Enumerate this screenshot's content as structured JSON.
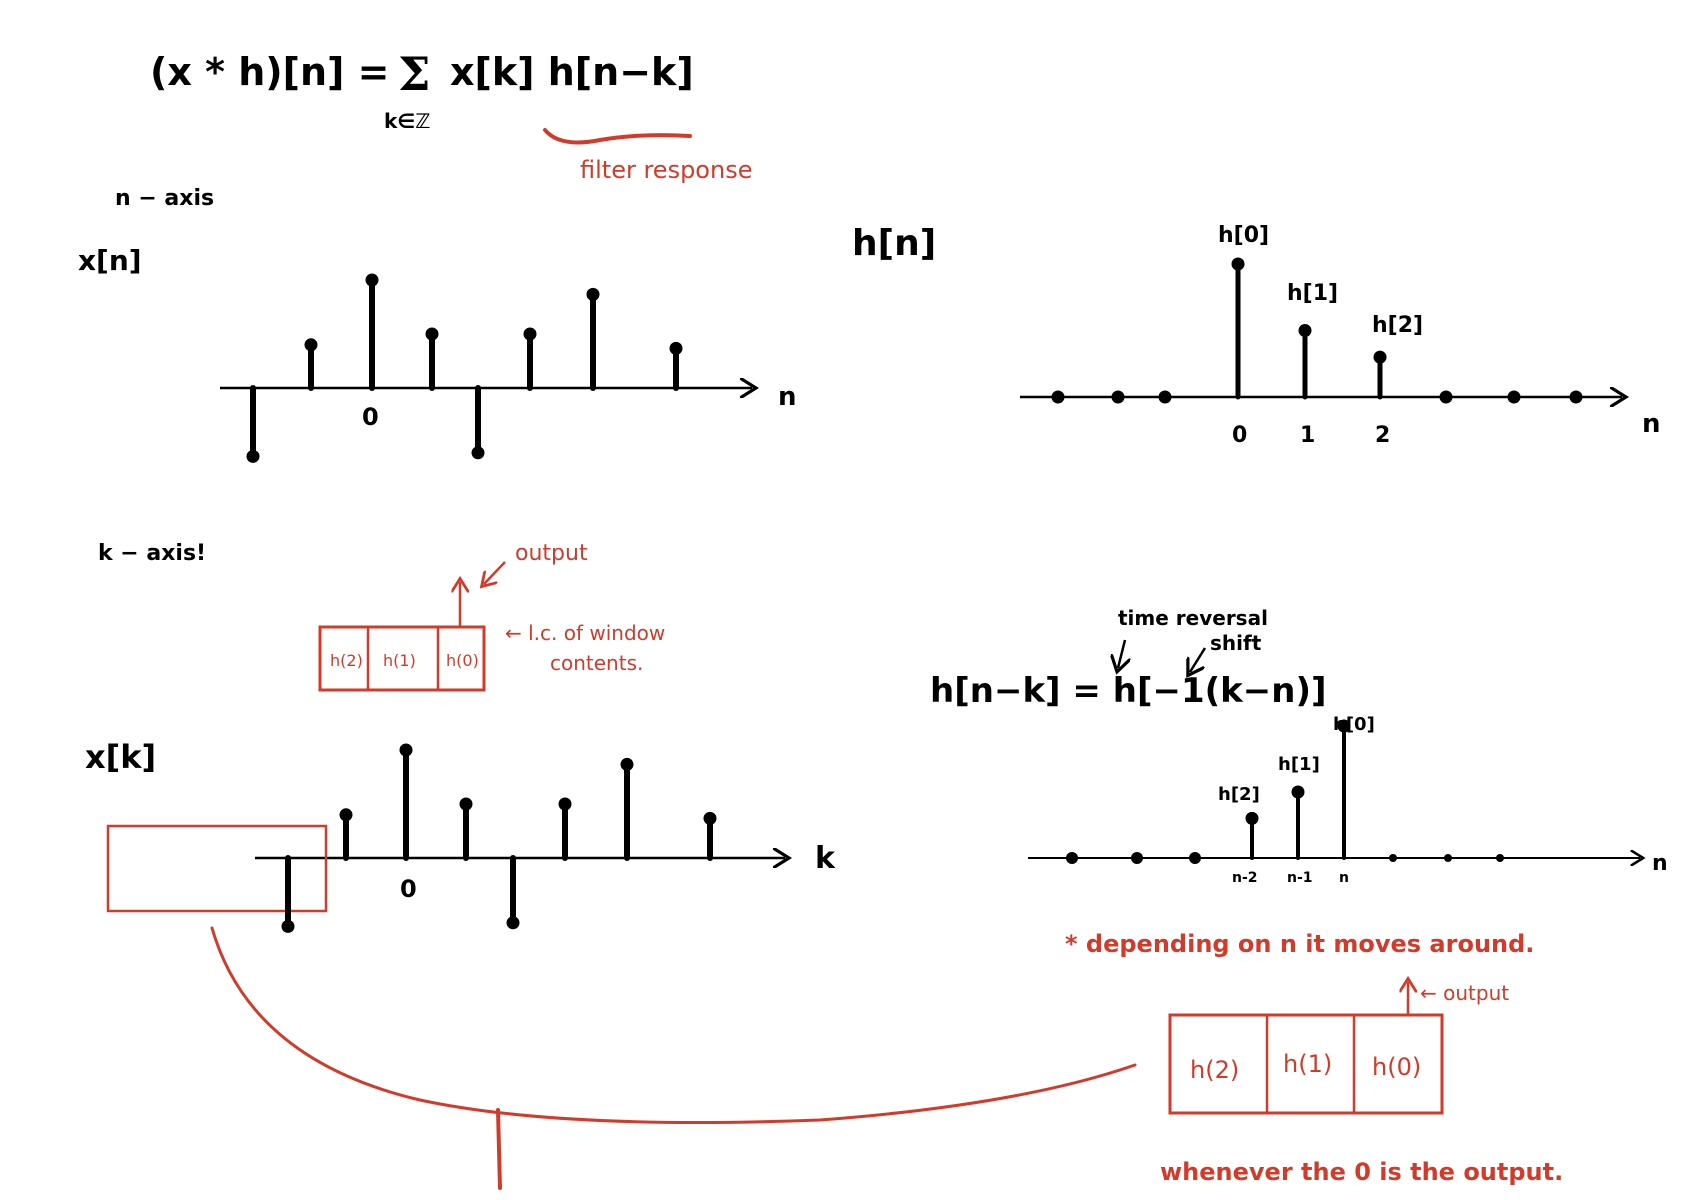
{
  "formula": {
    "lhs": "(x * h)[n] =",
    "sigma": "Σ",
    "sum_index": "k∈ℤ",
    "rhs": "x[k] h[n−k]",
    "annotation": "filter response"
  },
  "n_axis_section": {
    "heading": "n − axis",
    "x_plot": {
      "label": "x[n]",
      "axis_var": "n",
      "zero_tick": "0",
      "stems": [
        -0.95,
        0.6,
        1.5,
        0.75,
        -0.9,
        0.75,
        1.3,
        0.55
      ],
      "zero_index": 2
    },
    "h_plot": {
      "label": "h[n]",
      "axis_var": "n",
      "ticks": [
        "0",
        "1",
        "2"
      ],
      "stem_labels": [
        "h[0]",
        "h[1]",
        "h[2]"
      ],
      "stems": [
        1.0,
        0.5,
        0.3
      ]
    }
  },
  "k_axis_section": {
    "heading": "k − axis!",
    "window_note": {
      "cells": [
        "h(2)",
        "h(1)",
        "h(0)"
      ],
      "output_label": "output",
      "note_line1": "← l.c. of window",
      "note_line2": "contents."
    },
    "x_plot": {
      "label": "x[k]",
      "axis_var": "k",
      "zero_tick": "0",
      "stems": [
        -0.95,
        0.6,
        1.5,
        0.75,
        -0.9,
        0.75,
        1.3,
        0.55
      ],
      "zero_index": 2
    },
    "reversed_plot": {
      "equation": "h[n−k] = h[−1(k−n)]",
      "time_reversal_label": "time reversal",
      "shift_label": "shift",
      "axis_var": "n",
      "ticks": [
        "n-2",
        "n-1",
        "n"
      ],
      "stem_labels": [
        "h[2]",
        "h[1]",
        "h[0]"
      ],
      "stems": [
        0.3,
        0.5,
        1.0
      ],
      "depending_note": "* depending on n it moves around.",
      "window_cells": [
        "h(2)",
        "h(1)",
        "h(0)"
      ],
      "output_label": "← output",
      "bottom_note": "whenever the 0 is the output."
    }
  },
  "colors": {
    "ink": "#000000",
    "annotation": "#d23b2a"
  }
}
